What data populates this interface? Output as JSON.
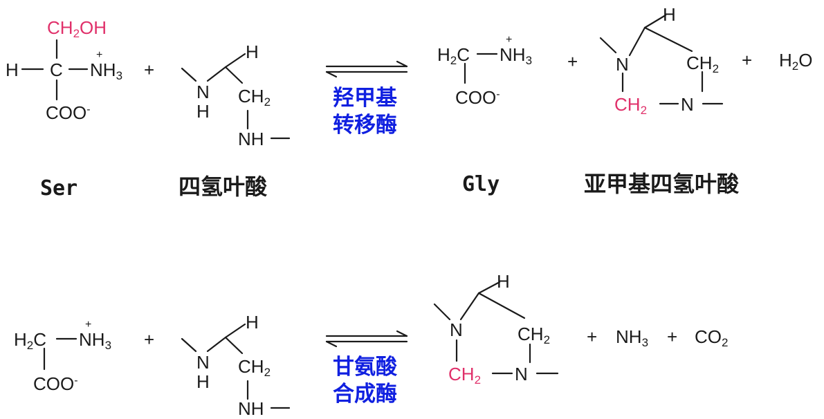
{
  "reaction1": {
    "serine": {
      "ch2oh": [
        "CH",
        "2",
        "OH"
      ],
      "h": "H",
      "c": "C",
      "nh3": [
        "NH",
        "3",
        "+"
      ],
      "coo": [
        "COO",
        "-"
      ]
    },
    "plus1": "+",
    "thf": {
      "n": "N",
      "h_ring": "H",
      "h_bottom": "H",
      "ch2": [
        "CH",
        "2"
      ],
      "nh": "NH"
    },
    "enzyme_line1": "羟甲基",
    "enzyme_line2": "转移酶",
    "glycine": {
      "h2c": [
        "H",
        "2",
        "C"
      ],
      "nh3": [
        "NH",
        "3",
        "+"
      ],
      "coo": [
        "COO",
        "-"
      ]
    },
    "plus2": "+",
    "methylene_thf": {
      "h": "H",
      "n1": "N",
      "ch2_right": [
        "CH",
        "2"
      ],
      "ch2_bridge": [
        "CH",
        "2"
      ],
      "n2": "N"
    },
    "plus3": "+",
    "water": [
      "H",
      "2",
      "O"
    ]
  },
  "labels": {
    "ser": "Ser",
    "thf": "四氢叶酸",
    "gly": "Gly",
    "methylene_thf": "亚甲基四氢叶酸"
  },
  "reaction2": {
    "glycine": {
      "h2c": [
        "H",
        "2",
        "C"
      ],
      "nh3": [
        "NH",
        "3",
        "+"
      ],
      "coo": [
        "COO",
        "-"
      ]
    },
    "plus1": "+",
    "thf": {
      "n": "N",
      "h_ring": "H",
      "h_bottom": "H",
      "ch2": [
        "CH",
        "2"
      ],
      "nh": "NH"
    },
    "enzyme_line1": "甘氨酸",
    "enzyme_line2": "合成酶",
    "methylene_thf": {
      "h": "H",
      "n1": "N",
      "ch2_right": [
        "CH",
        "2"
      ],
      "ch2_bridge": [
        "CH",
        "2"
      ],
      "n2": "N"
    },
    "plus2": "+",
    "ammonia": [
      "NH",
      "3"
    ],
    "plus3": "+",
    "co2": [
      "CO",
      "2"
    ]
  },
  "colors": {
    "text": "#1a1a1a",
    "highlight_pink": "#e0306a",
    "enzyme_blue": "#1020e0"
  }
}
